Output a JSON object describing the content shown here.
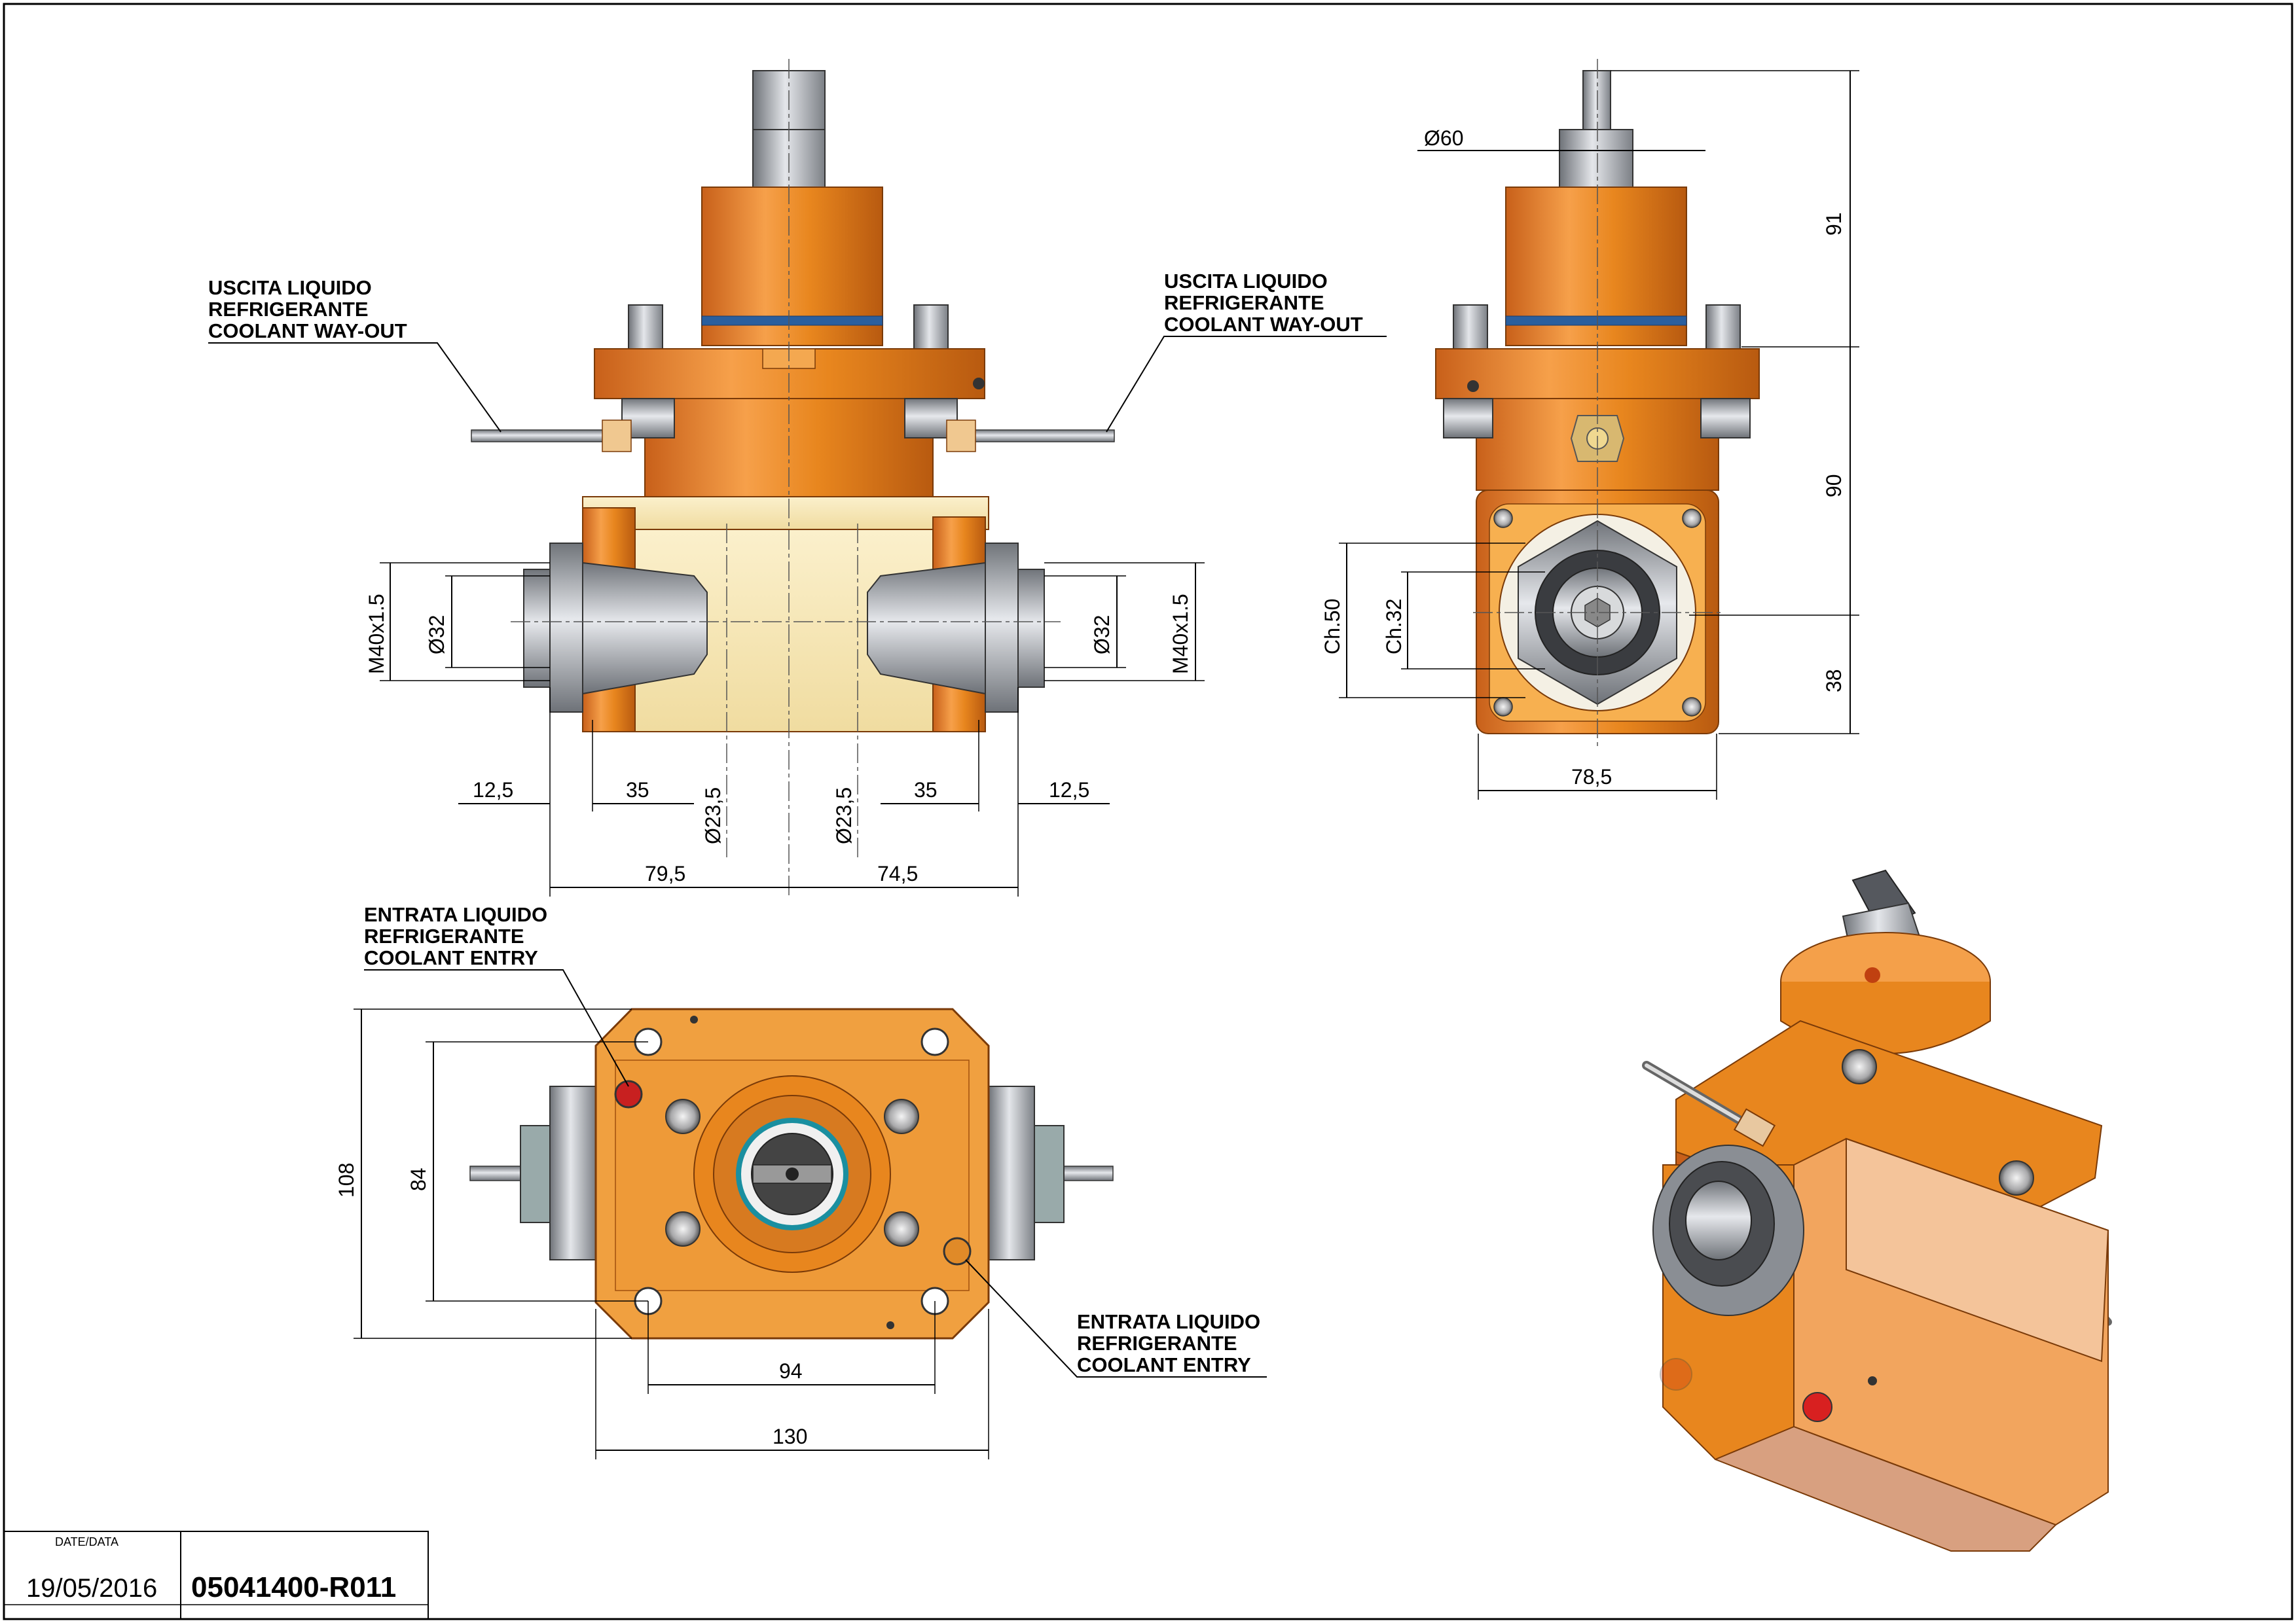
{
  "labels": {
    "coolant_out_left": [
      "USCITA LIQUIDO",
      "REFRIGERANTE",
      "COOLANT WAY-OUT"
    ],
    "coolant_out_right": [
      "USCITA LIQUIDO",
      "REFRIGERANTE",
      "COOLANT WAY-OUT"
    ],
    "coolant_entry_top": [
      "ENTRATA LIQUIDO",
      "REFRIGERANTE",
      "COOLANT ENTRY"
    ],
    "coolant_entry_bottom": [
      "ENTRATA LIQUIDO",
      "REFRIGERANTE",
      "COOLANT ENTRY"
    ]
  },
  "dimensions": {
    "front": {
      "thread_left": "M40x1.5",
      "bore_left": "Ø32",
      "thread_right": "M40x1.5",
      "bore_right": "Ø32",
      "offset_left": "12,5",
      "length_left": "35",
      "dia_left": "Ø23,5",
      "dia_right": "Ø23,5",
      "length_right": "35",
      "offset_right": "12,5",
      "overall_left": "79,5",
      "overall_right": "74,5"
    },
    "side": {
      "shank_dia": "Ø60",
      "height_top": "91",
      "height_mid": "90",
      "height_low": "38",
      "hex_outer": "Ch.50",
      "hex_inner": "Ch.32",
      "width": "78,5"
    },
    "top": {
      "height_outer": "108",
      "height_inner": "84",
      "width_inner": "94",
      "width_outer": "130"
    }
  },
  "colors": {
    "body_orange": "#e8861e",
    "body_dark": "#b85a10",
    "face_cream": "#f7e8b8",
    "steel": "#9a9ea4",
    "seal_blue": "#2a5f9e"
  },
  "title_block": {
    "date_label": "DATE/DATA",
    "date": "19/05/2016",
    "code": "05041400-R011"
  }
}
